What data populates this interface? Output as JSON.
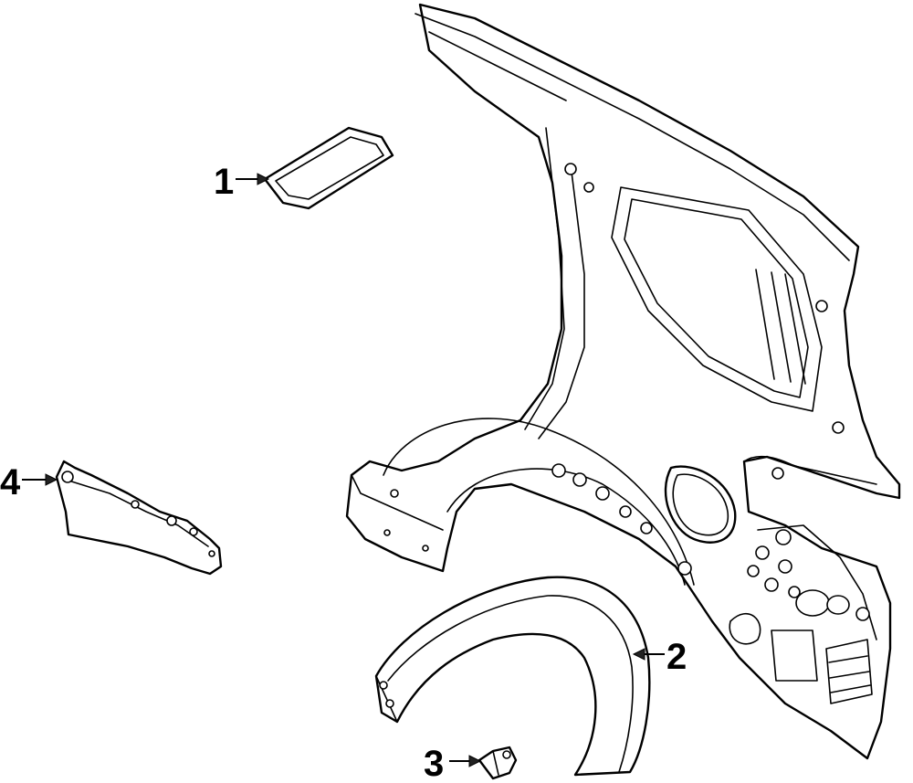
{
  "callouts": [
    {
      "id": "1",
      "label": "1",
      "part": "seal"
    },
    {
      "id": "2",
      "label": "2",
      "part": "fender-flare"
    },
    {
      "id": "3",
      "label": "3",
      "part": "retainer-clip"
    },
    {
      "id": "4",
      "label": "4",
      "part": "bracket"
    }
  ],
  "colors": {
    "line": "#000000",
    "background": "#ffffff"
  }
}
